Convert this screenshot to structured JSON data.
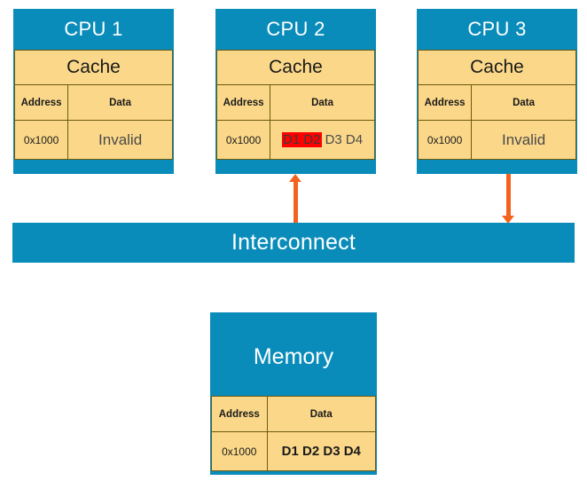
{
  "diagram": {
    "title": "Cache coherence diagram",
    "colors": {
      "block_blue": "#0a8cba",
      "cache_fill": "#fbd889",
      "cache_border": "#6b5a10",
      "connector_orange": "#f4631e",
      "highlight_red": "#ff0000",
      "invalid_text": "#4a4a4a"
    }
  },
  "cpus": [
    {
      "title": "CPU 1",
      "cache_label": "Cache",
      "columns": {
        "address": "Address",
        "data": "Data"
      },
      "row": {
        "address": "0x1000",
        "data": "Invalid",
        "state": "invalid"
      }
    },
    {
      "title": "CPU 2",
      "cache_label": "Cache",
      "columns": {
        "address": "Address",
        "data": "Data"
      },
      "row": {
        "address": "0x1000",
        "data": "D1 D2 D3 D4",
        "data_highlighted": "D1 D2",
        "data_plain": "D3 D4",
        "state": "valid-highlighted"
      }
    },
    {
      "title": "CPU 3",
      "cache_label": "Cache",
      "columns": {
        "address": "Address",
        "data": "Data"
      },
      "row": {
        "address": "0x1000",
        "data": "Invalid",
        "state": "invalid"
      }
    }
  ],
  "interconnect": {
    "label": "Interconnect"
  },
  "memory": {
    "title": "Memory",
    "columns": {
      "address": "Address",
      "data": "Data"
    },
    "row": {
      "address": "0x1000",
      "data": "D1 D2 D3 D4"
    }
  },
  "connectors": [
    {
      "name": "cpu2-link",
      "from": "Interconnect",
      "to": "CPU 2",
      "direction": "up"
    },
    {
      "name": "cpu3-link",
      "from": "CPU 3",
      "to": "Interconnect",
      "direction": "down"
    }
  ]
}
